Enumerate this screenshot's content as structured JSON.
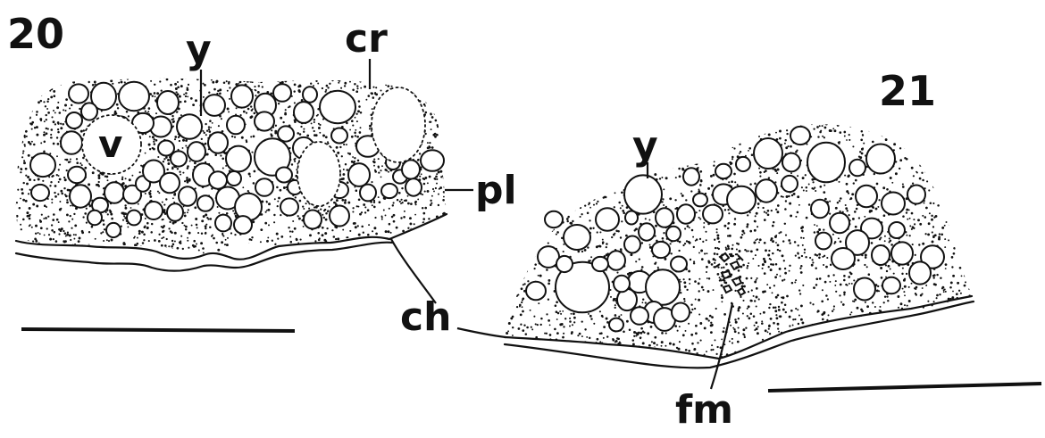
{
  "figures": [
    {
      "number": "20",
      "labels": {
        "y": "y",
        "cr": "cr",
        "v": "v",
        "pl": "pl",
        "ch": "ch"
      }
    },
    {
      "number": "21",
      "labels": {
        "y": "y",
        "fm": "fm"
      }
    }
  ],
  "colors": {
    "ink": "#111111",
    "paper": "#ffffff"
  }
}
